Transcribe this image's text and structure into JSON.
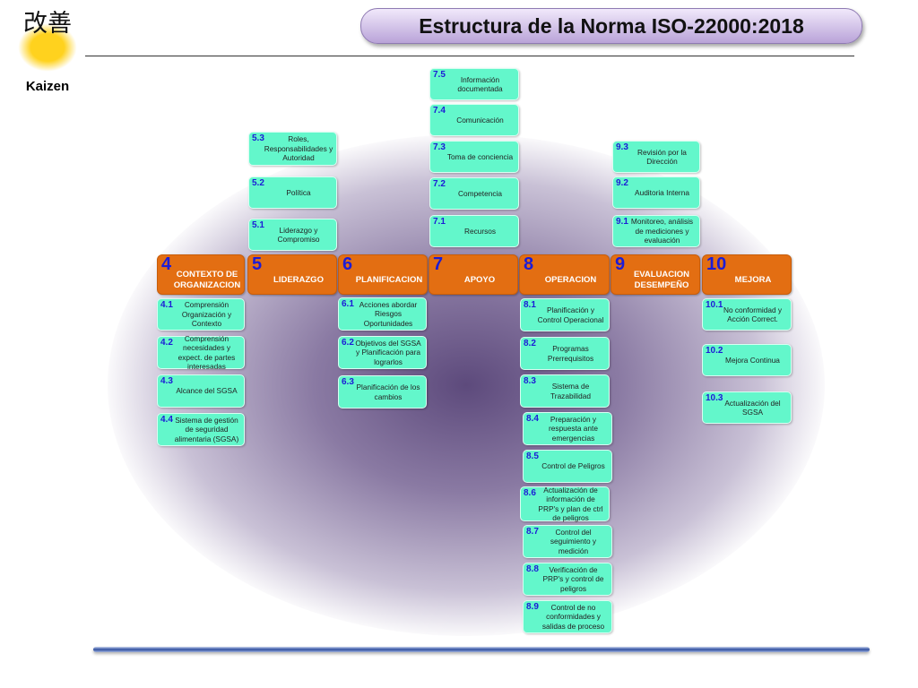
{
  "title": "Estructura de la Norma ISO-22000:2018",
  "logo": {
    "kanji": "改善",
    "word": "Kaizen"
  },
  "colors": {
    "header": "#e36e12",
    "box": "#63f7cb",
    "number": "#1c1cd6"
  },
  "clauses": [
    {
      "num": "4",
      "label": "CONTEXTO DE ORGANIZACION"
    },
    {
      "num": "5",
      "label": "LIDERAZGO"
    },
    {
      "num": "6",
      "label": "PLANIFICACION"
    },
    {
      "num": "7",
      "label": "APOYO"
    },
    {
      "num": "8",
      "label": "OPERACION"
    },
    {
      "num": "9",
      "label": "EVALUACION DESEMPEÑO"
    },
    {
      "num": "10",
      "label": "MEJORA"
    }
  ],
  "subclauses": [
    {
      "num": "4.1",
      "label": "Comprensión Organización y Contexto"
    },
    {
      "num": "4.2",
      "label": "Comprensión necesidades y expect. de partes interesadas"
    },
    {
      "num": "4.3",
      "label": "Alcance del SGSA"
    },
    {
      "num": "4.4",
      "label": "Sistema de gestión de seguridad alimentaria (SGSA)"
    },
    {
      "num": "5.1",
      "label": "Liderazgo y Compromiso"
    },
    {
      "num": "5.2",
      "label": "Política"
    },
    {
      "num": "5.3",
      "label": "Roles, Responsabilidades y Autoridad"
    },
    {
      "num": "6.1",
      "label": "Acciones abordar Riesgos Oportunidades"
    },
    {
      "num": "6.2",
      "label": "Objetivos del SGSA y Planificación para lograrlos"
    },
    {
      "num": "6.3",
      "label": "Planificación de los cambios"
    },
    {
      "num": "7.1",
      "label": "Recursos"
    },
    {
      "num": "7.2",
      "label": "Competencia"
    },
    {
      "num": "7.3",
      "label": "Toma de conciencia"
    },
    {
      "num": "7.4",
      "label": "Comunicación"
    },
    {
      "num": "7.5",
      "label": "Información documentada"
    },
    {
      "num": "8.1",
      "label": "Planificación y Control Operacional"
    },
    {
      "num": "8.2",
      "label": "Programas Prerrequisitos"
    },
    {
      "num": "8.3",
      "label": "Sistema de Trazabilidad"
    },
    {
      "num": "8.4",
      "label": "Preparación y respuesta ante emergencias"
    },
    {
      "num": "8.5",
      "label": "Control de Peligros"
    },
    {
      "num": "8.6",
      "label": "Actualización de información de PRP's y plan de ctrl de peligros"
    },
    {
      "num": "8.7",
      "label": "Control del seguimiento y medición"
    },
    {
      "num": "8.8",
      "label": "Verificación de PRP's y control de peligros"
    },
    {
      "num": "8.9",
      "label": "Control de no conformidades y salidas de proceso"
    },
    {
      "num": "9.1",
      "label": "Monitoreo, análisis de mediciones y evaluación"
    },
    {
      "num": "9.2",
      "label": "Auditoria Interna"
    },
    {
      "num": "9.3",
      "label": "Revisión por la Dirección"
    },
    {
      "num": "10.1",
      "label": "No conformidad y Acción Correct."
    },
    {
      "num": "10.2",
      "label": "Mejora Continua"
    },
    {
      "num": "10.3",
      "label": "Actualización del SGSA"
    }
  ]
}
